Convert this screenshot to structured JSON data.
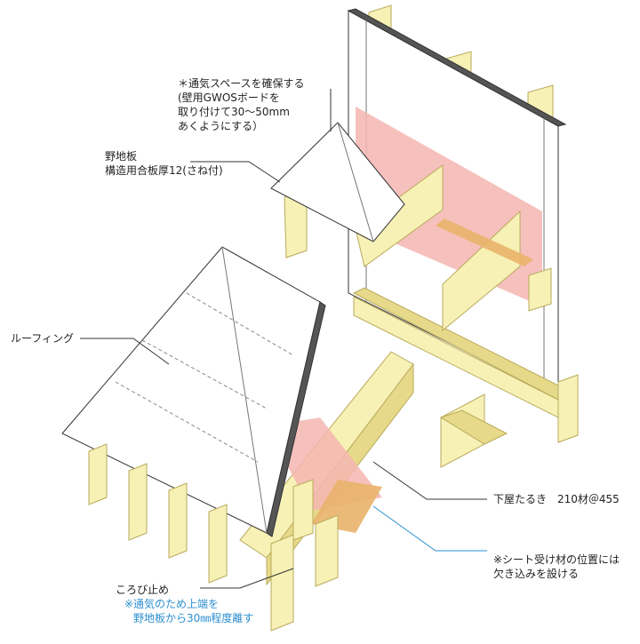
{
  "colors": {
    "wood": "#f7f1b6",
    "wood_dark": "#e6d98a",
    "wood_edge": "#b9aa5c",
    "sheet": "#ffffff",
    "pink": "#f5b5b0",
    "orange": "#e9b36a",
    "note_blue": "#2b8fd0",
    "text": "#222222",
    "line": "#333333"
  },
  "labels": {
    "vent_note": {
      "line1": "＊通気スペースを確保する",
      "line2": "(壁用GWOSボードを",
      "line3": "取り付けて30～50mm",
      "line4": "あくようにする）"
    },
    "sheathing": {
      "line1": "野地板",
      "line2": "構造用合板厚12(さね付)"
    },
    "roofing": "ルーフィング",
    "rafter": "下屋たるき　210材＠455",
    "sheet_note": {
      "line1": "※シート受け材の位置には",
      "line2": "欠き込みを設ける"
    },
    "stop": {
      "title": "ころび止め",
      "line1": "※通気のため上端を",
      "line2": "野地板から30㎜程度離す"
    }
  }
}
